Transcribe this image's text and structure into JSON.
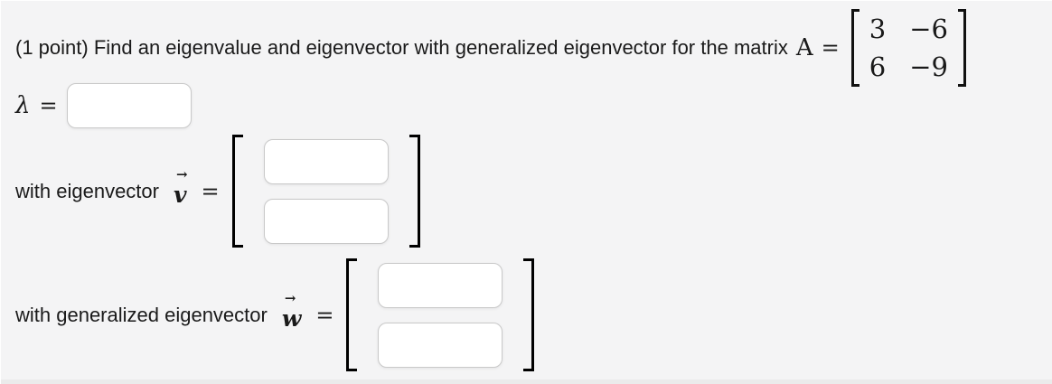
{
  "problem": {
    "intro": "(1 point) Find an eigenvalue and eigenvector with generalized eigenvector for the matrix",
    "matrix_symbol": "A",
    "equals": "=",
    "matrix_rows": [
      [
        "3",
        "−6"
      ],
      [
        "6",
        "−9"
      ]
    ]
  },
  "lambda_row": {
    "symbol": "λ",
    "equals": "=",
    "input_value": ""
  },
  "eigenvector_row": {
    "label": "with eigenvector",
    "vector_symbol": "v",
    "vector_arrow": "→",
    "equals": "=",
    "entry_top": "",
    "entry_bottom": ""
  },
  "generalized_row": {
    "label": "with generalized eigenvector",
    "vector_symbol": "w",
    "vector_arrow": "→",
    "equals": "=",
    "entry_top": "",
    "entry_bottom": ""
  },
  "colors": {
    "background": "#f4f4f5",
    "text": "#1a1a1a",
    "box_border": "#c9c9c9",
    "bracket": "#000000"
  }
}
